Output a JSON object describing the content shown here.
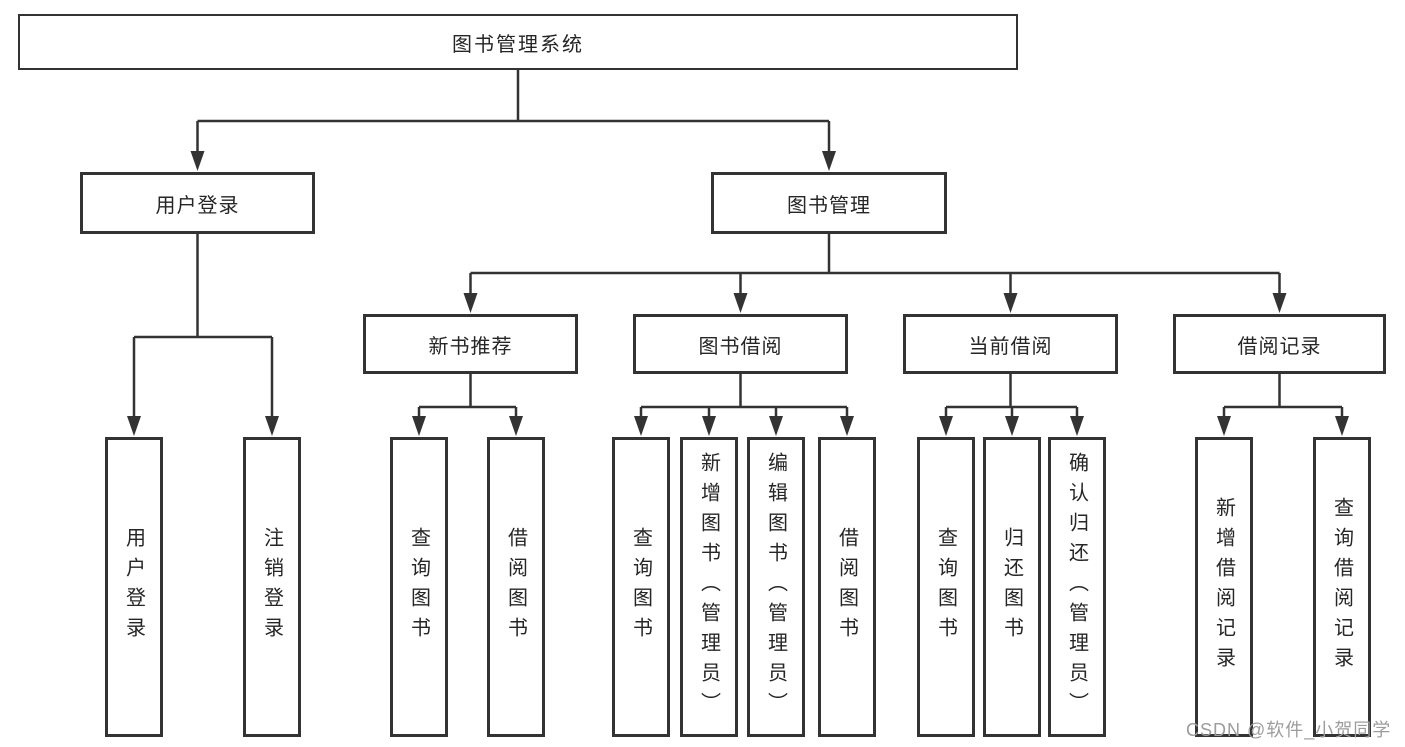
{
  "tree": {
    "root": {
      "label": "图书管理系统",
      "children": [
        {
          "label": "用户登录",
          "children": [
            {
              "label": "用户登录"
            },
            {
              "label": "注销登录"
            }
          ]
        },
        {
          "label": "图书管理",
          "children": [
            {
              "label": "新书推荐",
              "children": [
                {
                  "label": "查询图书"
                },
                {
                  "label": "借阅图书"
                }
              ]
            },
            {
              "label": "图书借阅",
              "children": [
                {
                  "label": "查询图书"
                },
                {
                  "label": "新增图书（管理员）"
                },
                {
                  "label": "编辑图书（管理员）"
                },
                {
                  "label": "借阅图书"
                }
              ]
            },
            {
              "label": "当前借阅",
              "children": [
                {
                  "label": "查询图书"
                },
                {
                  "label": "归还图书"
                },
                {
                  "label": "确认归还（管理员）"
                }
              ]
            },
            {
              "label": "借阅记录",
              "children": [
                {
                  "label": "新增借阅记录"
                },
                {
                  "label": "查询借阅记录"
                }
              ]
            }
          ]
        }
      ]
    }
  },
  "watermark": "CSDN @软件_小贺同学",
  "colors": {
    "line": "#333333",
    "box_border": "#333333",
    "text": "#262626",
    "watermark": "#9c9c9c",
    "background": "#ffffff"
  }
}
